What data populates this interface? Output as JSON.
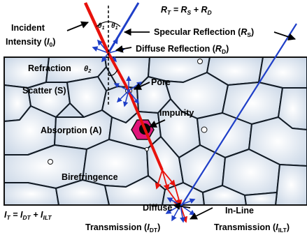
{
  "equations": {
    "reflectance": {
      "lhs": "R",
      "lhs_sub": "T",
      "op1": " = ",
      "t1": "R",
      "t1_sub": "S",
      "op2": " + ",
      "t2": "R",
      "t2_sub": "D"
    },
    "transmittance": {
      "lhs": "I",
      "lhs_sub": "T",
      "op1": " = ",
      "t1": "I",
      "t1_sub": "DT",
      "op2": " + ",
      "t2": "I",
      "t2_sub": "ILT"
    }
  },
  "labels": {
    "incident_line1": "Incident",
    "incident_line2": "Intensity (",
    "incident_sym": "I",
    "incident_sub": "0",
    "incident_close": ")",
    "specular": "Specular Reflection (",
    "specular_sym": "R",
    "specular_sub": "S",
    "specular_close": ")",
    "diffuse_reflection": "Diffuse Reflection (",
    "diffuse_reflection_sym": "R",
    "diffuse_reflection_sub": "D",
    "diffuse_reflection_close": ")",
    "refraction": "Refraction",
    "theta2": "θ",
    "theta2_sub": "2",
    "theta1": "θ",
    "theta1_sub": "1",
    "scatter": "Scatter (S)",
    "pore": "Pore",
    "impurity": "Impurity",
    "absorption": "Absorption (A)",
    "birefringence": "Birefringence",
    "diffuse_transmission_line1": "Diffuse",
    "diffuse_transmission_line2": "Transmission (",
    "diffuse_transmission_sym": "I",
    "diffuse_transmission_sub": "DT",
    "diffuse_transmission_close": ")",
    "inline_line1": "In-Line",
    "inline_line2": "Transmission (",
    "inline_sym": "I",
    "inline_sub": "ILT",
    "inline_close": ")"
  },
  "colors": {
    "incident_beam": "#e8120c",
    "specular_beam": "#1f3fc8",
    "scatter_rays": "#1f3fc8",
    "impurity": "#e0157a",
    "grain_fill": "#d8e3f0",
    "grain_line": "#101820"
  }
}
